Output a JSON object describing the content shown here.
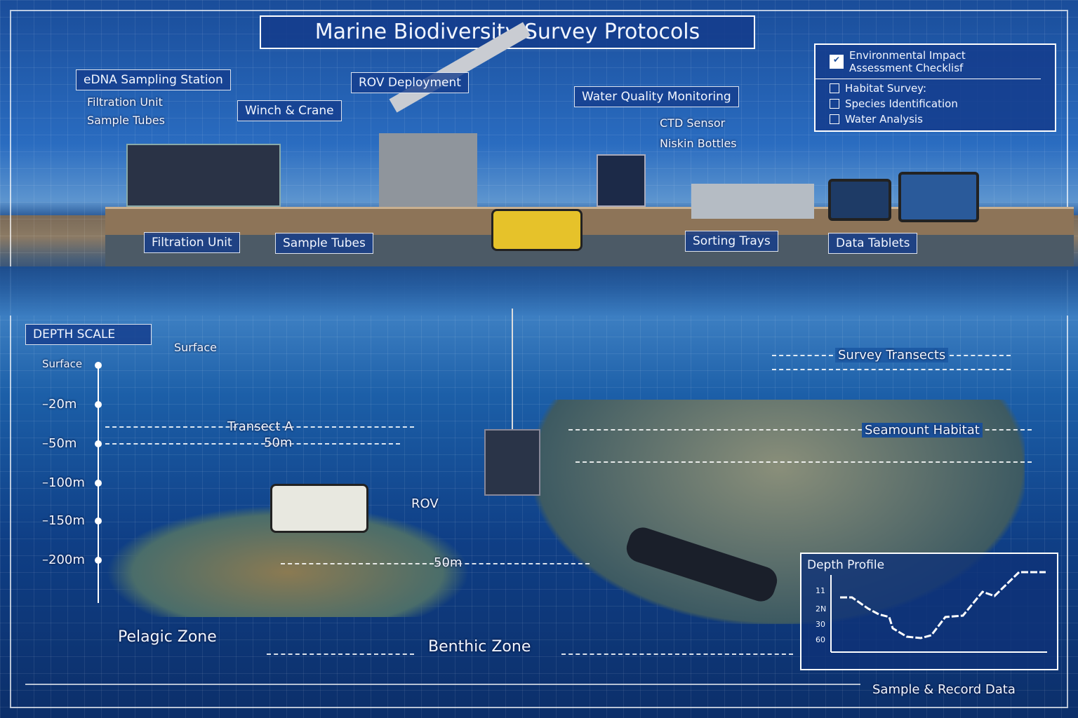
{
  "title": "Marine Biodiversity Survey Protocols",
  "deck": {
    "edna": {
      "title": "eDNA Sampling Station",
      "items": [
        "Filtration Unit",
        "Sample Tubes"
      ]
    },
    "winch": "Winch & Crane",
    "rov_deploy": "ROV Deployment",
    "water_quality": {
      "title": "Water Quality Monitoring",
      "items": [
        "CTD Sensor",
        "Niskin Bottles"
      ]
    },
    "bottom_labels": [
      "Filtration Unit",
      "Sample Tubes",
      "Sorting Trays",
      "Data Tablets"
    ]
  },
  "checklist": {
    "title": "Environmental Impact Assessment Checklisf",
    "title_checked": true,
    "items": [
      {
        "label": "Habitat Survey:",
        "checked": false
      },
      {
        "label": "Species Identification",
        "checked": false
      },
      {
        "label": "Water Analysis",
        "checked": false
      }
    ]
  },
  "depth_scale": {
    "title": "DEPTH SCALE",
    "surface_tag": "Surface",
    "marks": [
      "Surface",
      "–20m",
      "–50m",
      "–100m",
      "–150m",
      "–200m"
    ]
  },
  "underwater": {
    "transect_a": "Transect A",
    "transect_a_len": "50m",
    "rov": "ROV",
    "bottom_len": "50m",
    "survey_transects": "Survey Transects",
    "seamount": "Seamount Habitat",
    "pelagic": "Pelagic Zone",
    "benthic": "Benthic Zone"
  },
  "depth_profile": {
    "title": "Depth Profile",
    "y_ticks": [
      "11",
      "2N",
      "30",
      "60"
    ]
  },
  "footer": "Sample & Record Data",
  "colors": {
    "blueprint": "#1a4d9a",
    "line": "#ffffff",
    "rov_yellow": "#e6c22a"
  }
}
